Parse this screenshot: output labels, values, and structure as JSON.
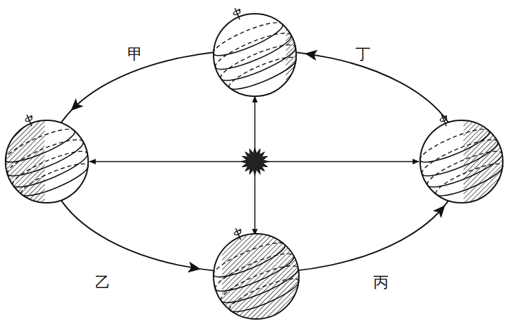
{
  "diagram": {
    "labels": [
      "甲",
      "乙",
      "丙",
      "丁"
    ]
  }
}
